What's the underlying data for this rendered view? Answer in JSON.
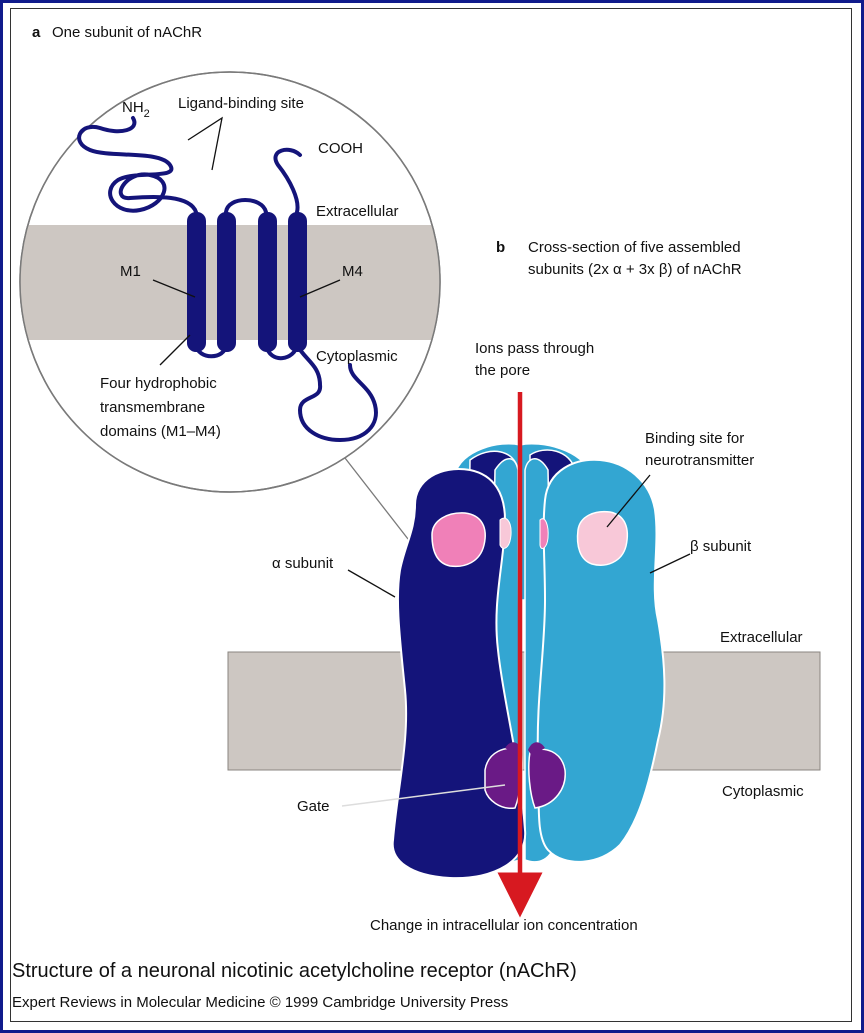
{
  "panel_a": {
    "letter": "a",
    "title": "One subunit of nAChR",
    "nh2": "NH",
    "nh2_sub": "2",
    "ligand_binding_site": "Ligand-binding site",
    "cooh": "COOH",
    "extracellular": "Extracellular",
    "cytoplasmic": "Cytoplasmic",
    "m1": "M1",
    "m4": "M4",
    "domains_line1": "Four hydrophobic",
    "domains_line2": "transmembrane",
    "domains_line3": "domains (M1–M4)"
  },
  "panel_b": {
    "letter": "b",
    "title_line1": "Cross-section of five assembled",
    "title_line2": "subunits (2x α + 3x β) of nAChR",
    "ions_line1": "Ions pass through",
    "ions_line2": "the pore",
    "binding_line1": "Binding site for",
    "binding_line2": "neurotransmitter",
    "alpha_subunit": "α subunit",
    "beta_subunit": "β subunit",
    "extracellular": "Extracellular",
    "cytoplasmic": "Cytoplasmic",
    "gate": "Gate",
    "change": "Change in intracellular ion concentration"
  },
  "caption": "Structure of a neuronal nicotinic acetylcholine receptor (nAChR)",
  "credit": "Expert Reviews in Molecular Medicine © 1999 Cambridge University Press",
  "colors": {
    "frame": "#101b8c",
    "membrane": "#cdc7c2",
    "alpha": "#14147a",
    "beta": "#33a6d2",
    "gate": "#6a1a86",
    "binding_alpha": "#f080b8",
    "binding_beta": "#f8c8d8",
    "arrow": "#d71920"
  }
}
